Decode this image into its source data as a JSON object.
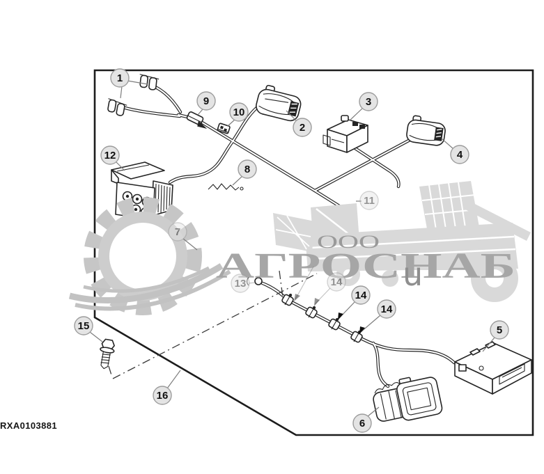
{
  "diagram": {
    "part_label": "RXA0103881",
    "type": "wiring-harness-exploded-parts-diagram"
  },
  "watermark": {
    "org_prefix": "ООО",
    "org_name": "АГРОСНАБ",
    "domain_letter": "u"
  },
  "callouts": {
    "c1": {
      "label": "1"
    },
    "c2": {
      "label": "2"
    },
    "c3": {
      "label": "3"
    },
    "c4": {
      "label": "4"
    },
    "c5": {
      "label": "5"
    },
    "c6": {
      "label": "6"
    },
    "c7": {
      "label": "7"
    },
    "c8": {
      "label": "8"
    },
    "c9": {
      "label": "9"
    },
    "c10": {
      "label": "10"
    },
    "c11": {
      "label": "11"
    },
    "c12": {
      "label": "12"
    },
    "c13": {
      "label": "13"
    },
    "c14a": {
      "label": "14"
    },
    "c14b": {
      "label": "14"
    },
    "c14c": {
      "label": "14"
    },
    "c15": {
      "label": "15"
    },
    "c16": {
      "label": "16"
    }
  },
  "colors": {
    "line": "#242424",
    "frame": "#1c1c1c",
    "callout_fill": "#e4e4e4",
    "callout_stroke": "#9c9c9c",
    "leader": "#7d7d7d",
    "watermark_gray": "#a6a6a6",
    "background": "#ffffff"
  }
}
